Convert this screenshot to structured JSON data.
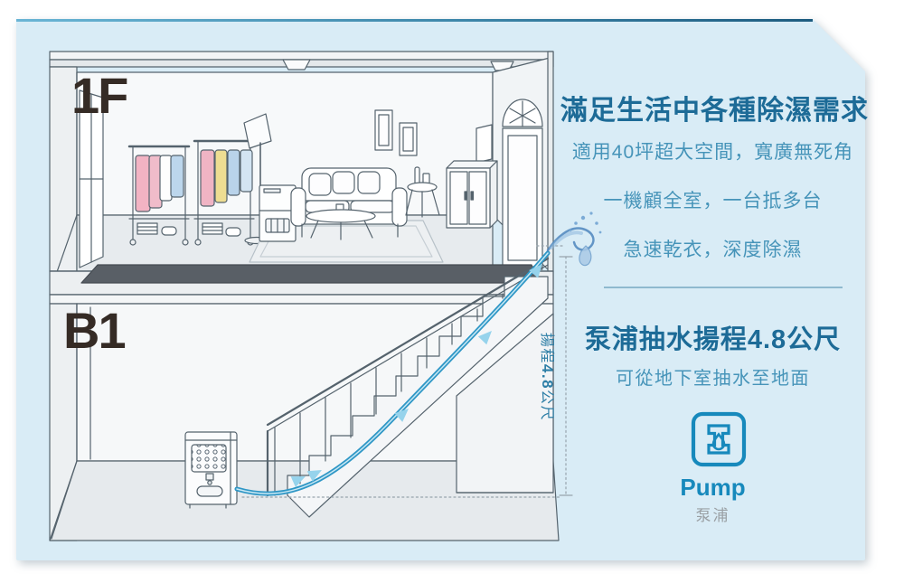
{
  "floor_labels": {
    "first_floor": "1F",
    "basement": "B1"
  },
  "right_panel": {
    "headline": "滿足生活中各種除濕需求",
    "features": [
      "適用40坪超大空間，寬廣無死角",
      "一機顧全室，一台抵多台",
      "急速乾衣，深度除濕"
    ],
    "pump_section": {
      "headline": "泵浦抽水揚程4.8公尺",
      "subline": "可從地下室抽水至地面",
      "icon": "pump-icon",
      "label_en": "Pump",
      "label_zh": "泵浦"
    }
  },
  "measurement": {
    "prefix": "揚程",
    "value": "4.8",
    "suffix": "公尺"
  },
  "colors": {
    "card_background": "#d9ecf6",
    "accent_left": "#6ab5d5",
    "accent_right": "#1d5c80",
    "headline_blue": "#1d6b97",
    "body_blue": "#4694b9",
    "pump_blue": "#1789bc",
    "label_dark": "#352b25",
    "hose_blue": "#2f97c6",
    "arrow_blue": "#96d3ec"
  }
}
